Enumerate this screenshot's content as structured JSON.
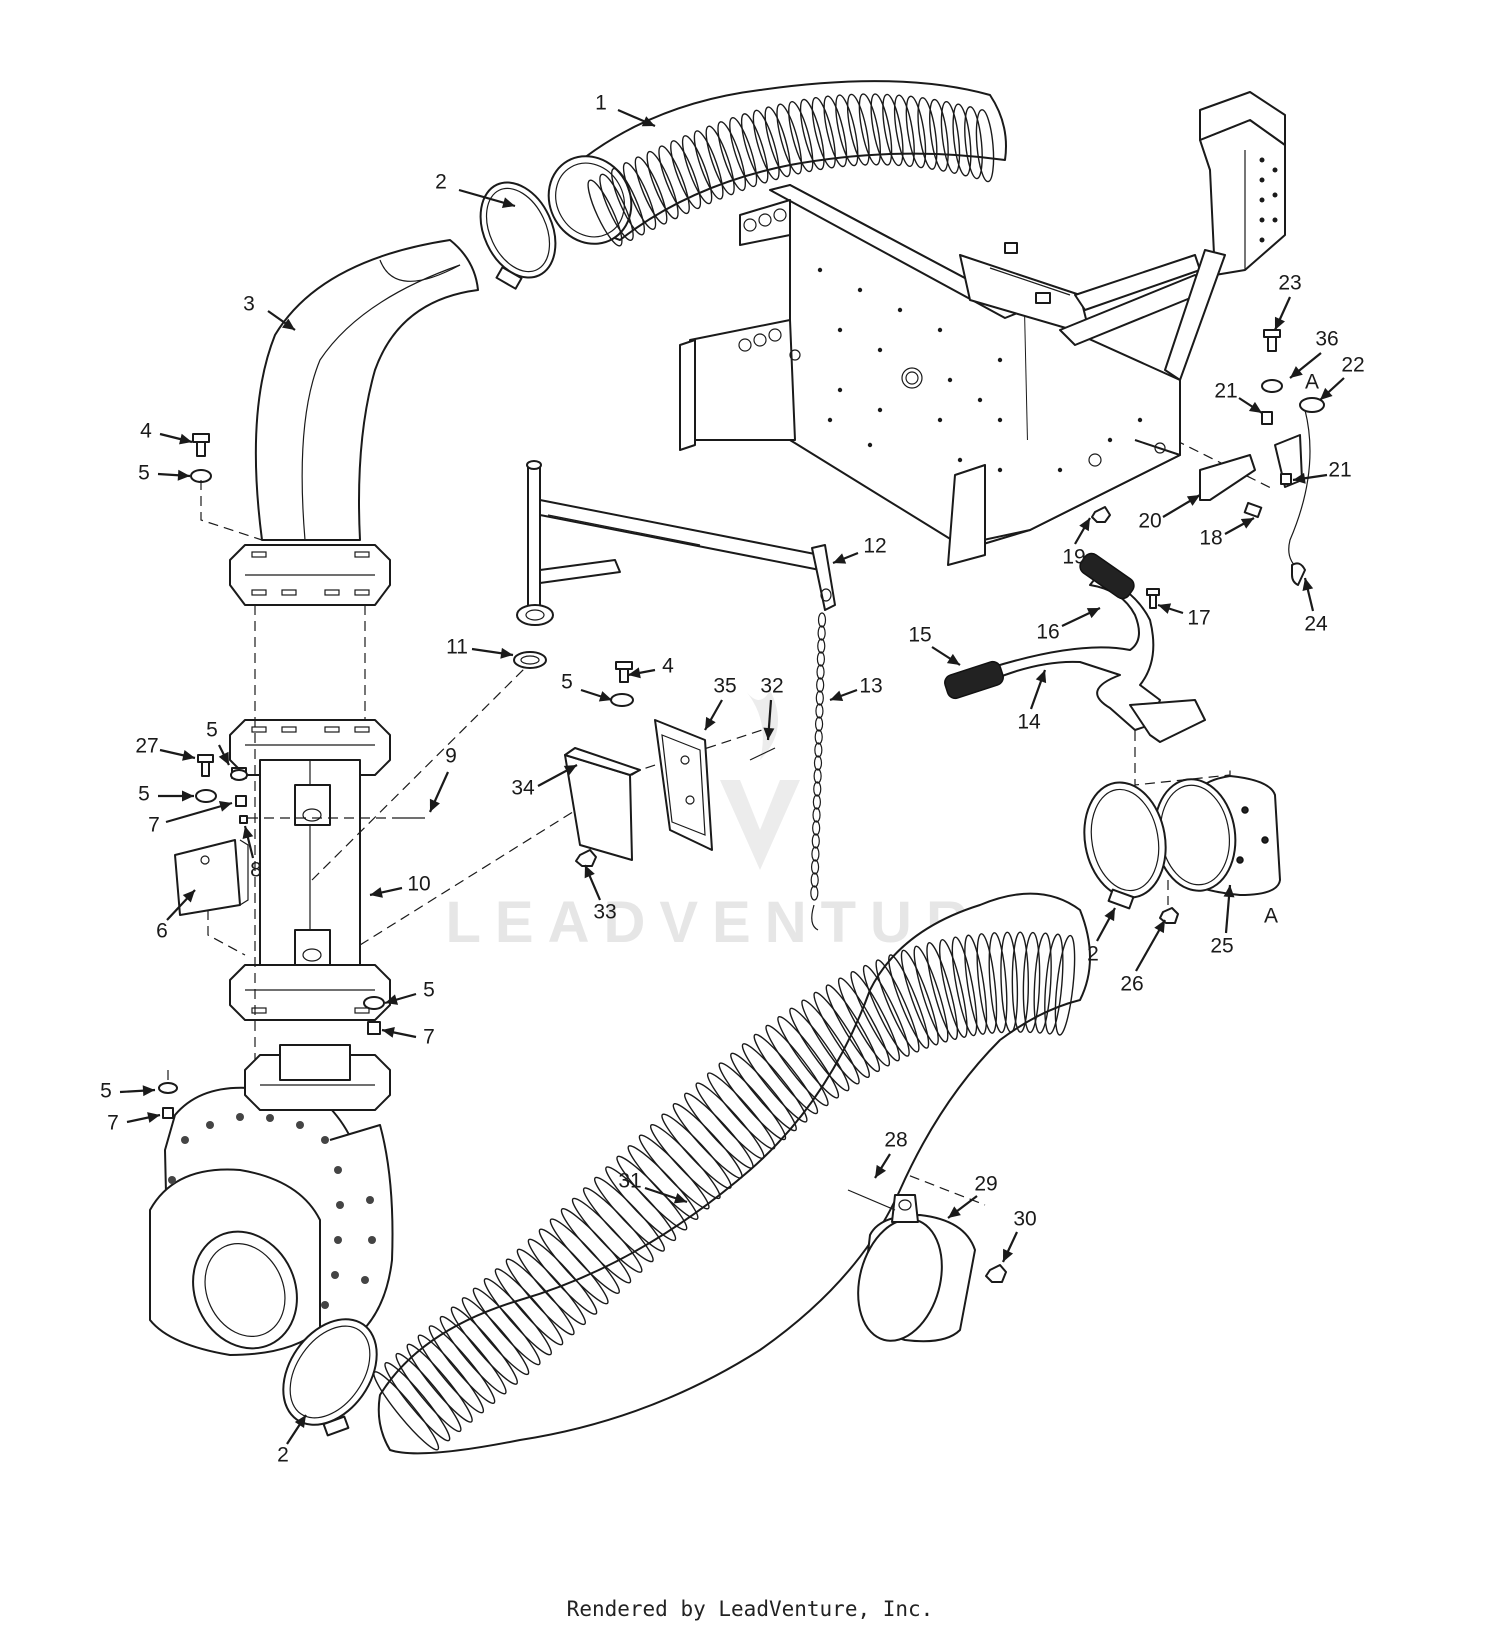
{
  "callouts": [
    {
      "label": "1"
    },
    {
      "label": "2"
    },
    {
      "label": "3"
    },
    {
      "label": "4"
    },
    {
      "label": "5"
    },
    {
      "label": "4"
    },
    {
      "label": "5"
    },
    {
      "label": "27"
    },
    {
      "label": "5"
    },
    {
      "label": "5"
    },
    {
      "label": "7"
    },
    {
      "label": "8"
    },
    {
      "label": "9"
    },
    {
      "label": "6"
    },
    {
      "label": "10"
    },
    {
      "label": "11"
    },
    {
      "label": "12"
    },
    {
      "label": "13"
    },
    {
      "label": "35"
    },
    {
      "label": "32"
    },
    {
      "label": "34"
    },
    {
      "label": "33"
    },
    {
      "label": "5"
    },
    {
      "label": "7"
    },
    {
      "label": "5"
    },
    {
      "label": "7"
    },
    {
      "label": "2"
    },
    {
      "label": "31"
    },
    {
      "label": "28"
    },
    {
      "label": "29"
    },
    {
      "label": "30"
    },
    {
      "label": "14"
    },
    {
      "label": "15"
    },
    {
      "label": "16"
    },
    {
      "label": "17"
    },
    {
      "label": "19"
    },
    {
      "label": "18"
    },
    {
      "label": "20"
    },
    {
      "label": "21"
    },
    {
      "label": "21"
    },
    {
      "label": "23"
    },
    {
      "label": "36"
    },
    {
      "label": "A"
    },
    {
      "label": "22"
    },
    {
      "label": "24"
    },
    {
      "label": "2"
    },
    {
      "label": "26"
    },
    {
      "label": "25"
    },
    {
      "label": "A"
    }
  ],
  "watermark": "LEADVENTURE",
  "footer": "Rendered by LeadVenture, Inc."
}
